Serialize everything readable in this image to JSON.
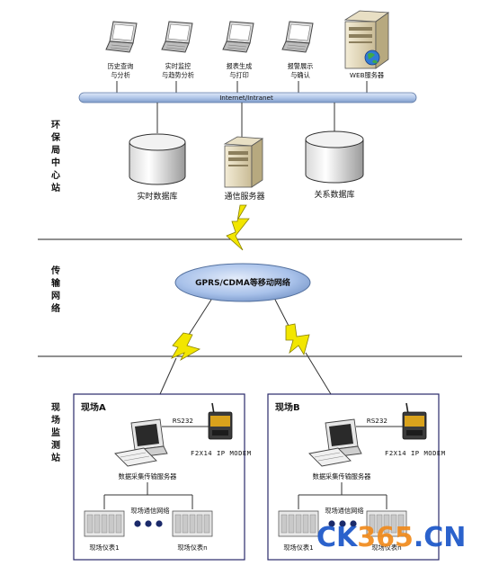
{
  "colors": {
    "bus_fill": "#b3c8ea",
    "cloud_fill": "#a9c2ea",
    "lightning": "#f2e600",
    "frame": "#2a2a6a",
    "watermark_blue": "#1a55c8",
    "watermark_orange": "#f08a1c"
  },
  "sections": {
    "center": "环保局中心站",
    "transport": "传输网络",
    "field": "现场监测站"
  },
  "clients": [
    {
      "line1": "历史查询",
      "line2": "与分析",
      "icon": "laptop-icon"
    },
    {
      "line1": "实时监控",
      "line2": "与趋势分析",
      "icon": "laptop-icon"
    },
    {
      "line1": "报表生成",
      "line2": "与打印",
      "icon": "laptop-icon"
    },
    {
      "line1": "报警展示",
      "line2": "与确认",
      "icon": "laptop-icon"
    }
  ],
  "web_server": "WEB服务器",
  "bus_label": "Internet/Intranet",
  "center_nodes": {
    "realtime_db": "实时数据库",
    "comm_server": "通信服务器",
    "relational_db": "关系数据库"
  },
  "cloud_label": "GPRS/CDMA等移动网络",
  "sites": [
    {
      "title": "现场A",
      "rs232": "RS232",
      "modem": "F2X14 IP MODEM",
      "server": "数据采集传输服务器",
      "network": "现场通信网络",
      "inst1": "现场仪表1",
      "instn": "现场仪表n"
    },
    {
      "title": "现场B",
      "rs232": "RS232",
      "modem": "F2X14 IP MODEM",
      "server": "数据采集传输服务器",
      "network": "现场通信网络",
      "inst1": "现场仪表1",
      "instn": "现场仪表n"
    }
  ],
  "watermark": {
    "part1": "CK",
    "part2": "365",
    "part3": ".CN"
  }
}
